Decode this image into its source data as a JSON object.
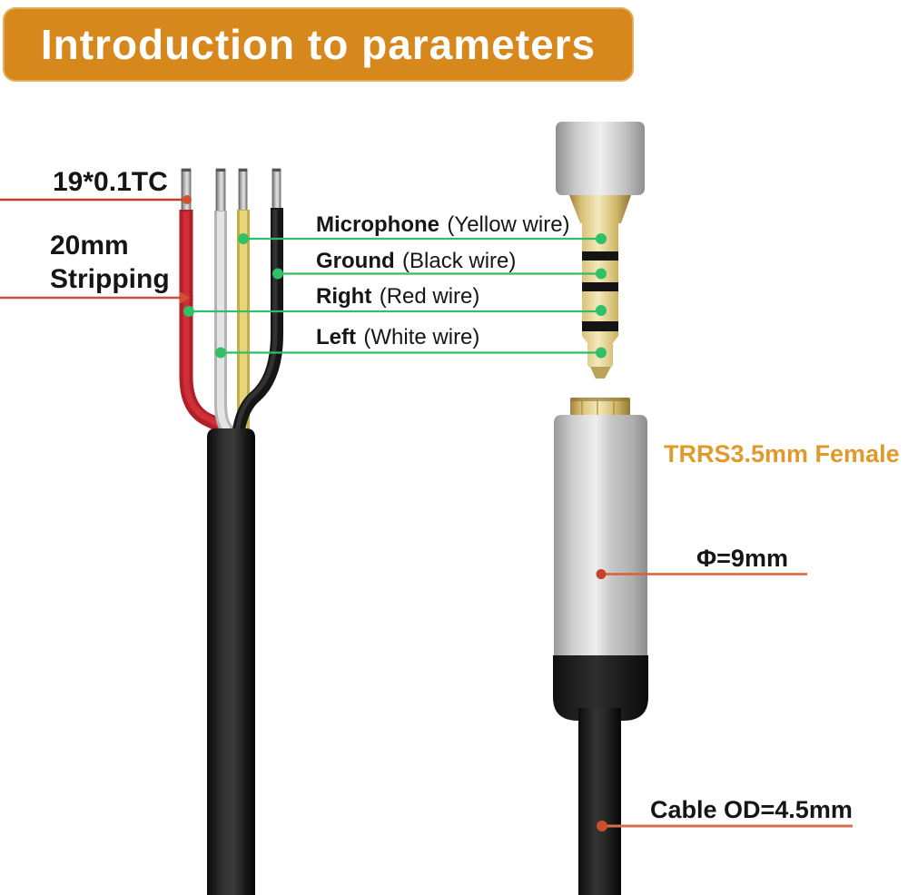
{
  "banner": {
    "title": "Introduction to parameters",
    "bg_color": "#D7881D",
    "text_color": "#FFFFFF"
  },
  "left_annotations": {
    "wire_spec": "19*0.1TC",
    "stripping_line1": "20mm",
    "stripping_line2": "Stripping"
  },
  "wire_labels": [
    {
      "name": "Microphone",
      "detail": "(Yellow wire)"
    },
    {
      "name": "Ground",
      "detail": "(Black wire)"
    },
    {
      "name": "Right",
      "detail": "(Red wire)"
    },
    {
      "name": "Left",
      "detail": "(White wire)"
    }
  ],
  "right_annotations": {
    "connector_title": "TRRS3.5mm Female",
    "diameter": "Φ=9mm",
    "cable_od": "Cable OD=4.5mm"
  },
  "wires": [
    {
      "color_name": "red",
      "hex": "#B01E28"
    },
    {
      "color_name": "white",
      "hex": "#D9D9D9"
    },
    {
      "color_name": "yellow",
      "hex": "#D8C45C"
    },
    {
      "color_name": "black",
      "hex": "#1A1A1A"
    }
  ],
  "colors": {
    "callout_green": "#31BE66",
    "callout_red": "#C84A2B",
    "trrs_orange": "#E2992B",
    "banner_orange": "#D7881D"
  }
}
